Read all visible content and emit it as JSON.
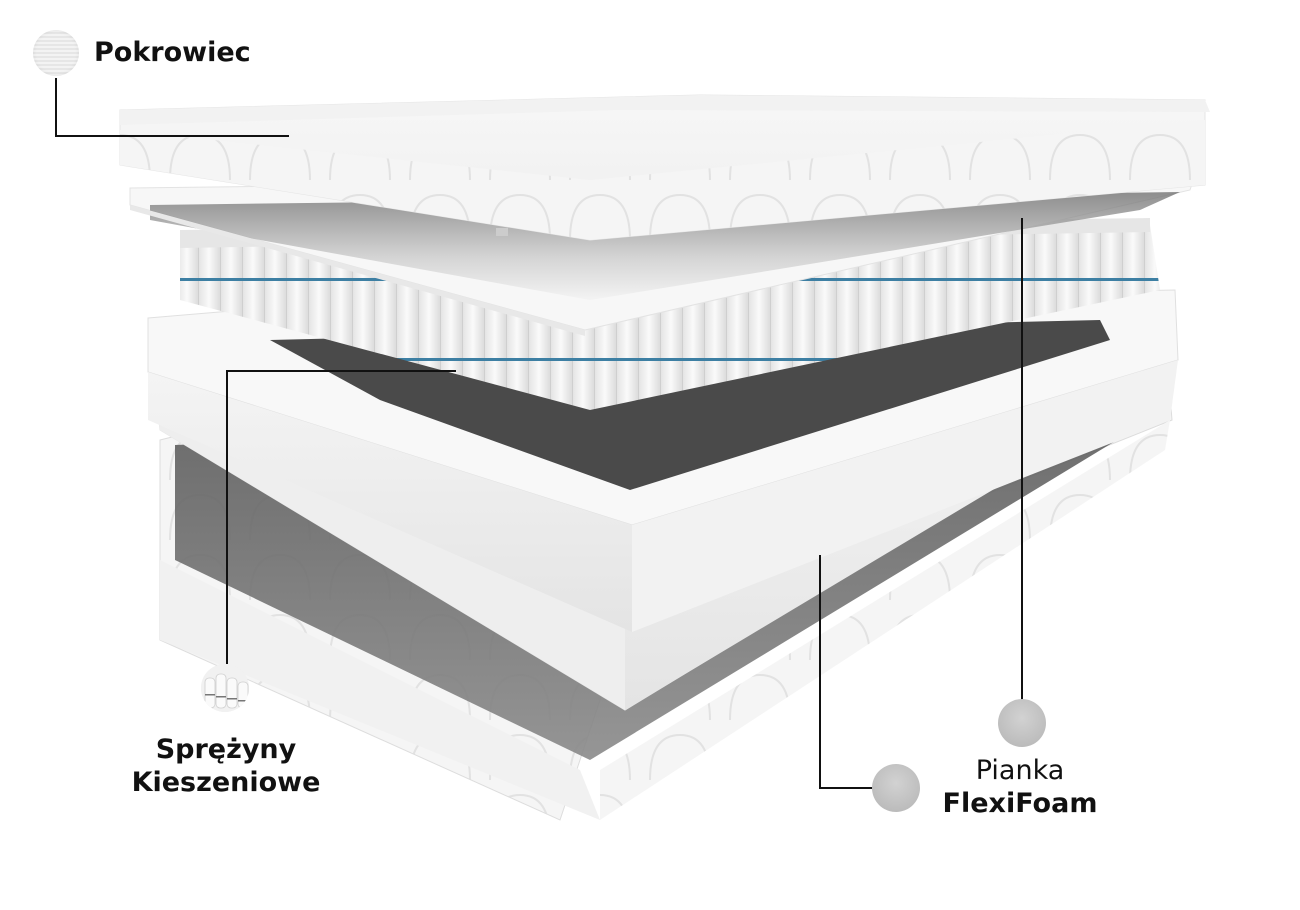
{
  "labels": {
    "cover": {
      "text": "Pokrowiec"
    },
    "springs": {
      "line1": "Sprężyny",
      "line2": "Kieszeniowe"
    },
    "foam": {
      "line1": "Pianka",
      "line2": "FlexiFoam"
    }
  },
  "icons": {
    "cover_swatch": "quilted-fabric-swatch",
    "springs_swatch": "pocket-springs-swatch",
    "foam_dot_upper": "foam-dot",
    "foam_dot_lower": "foam-dot"
  },
  "illustration": {
    "layers": [
      "quilted cover top",
      "foam sheet",
      "pocket springs",
      "foam frame",
      "foam sheet",
      "quilted cover bottom"
    ]
  },
  "colors": {
    "text": "#111111",
    "leader_line": "#111111",
    "dot": "#c4c4c4",
    "spring_band": "#3d7fa3",
    "base_dark": "#4a4a4a"
  }
}
